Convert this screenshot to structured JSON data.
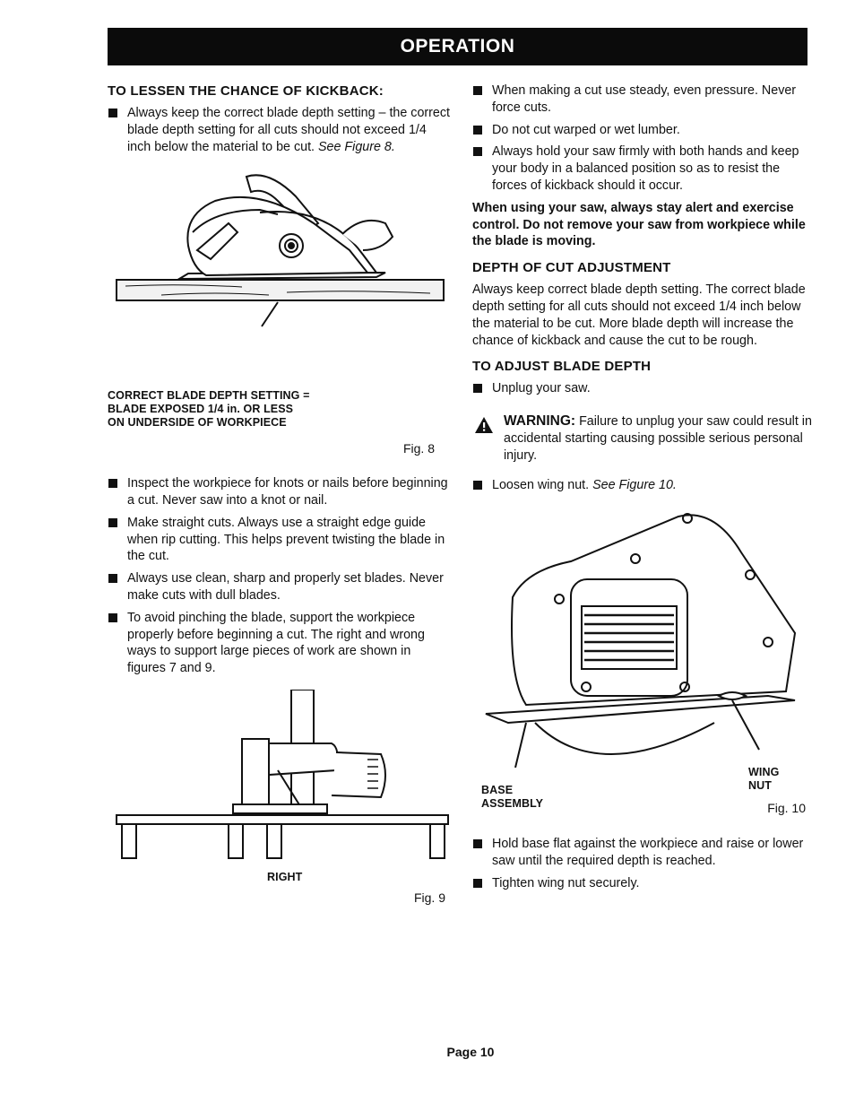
{
  "header": {
    "title": "OPERATION"
  },
  "left": {
    "kickback_heading": "TO LESSEN THE CHANCE OF KICKBACK:",
    "bullet1_text": "Always keep the correct blade depth setting – the correct blade depth setting for all cuts should not exceed 1/4 inch below the material to be cut.",
    "bullet1_ref": "See Figure 8.",
    "fig8_caption_lines": [
      "CORRECT BLADE DEPTH SETTING =",
      "BLADE EXPOSED 1/4 in. OR LESS",
      "ON UNDERSIDE OF WORKPIECE"
    ],
    "fig8_label": "Fig. 8",
    "bullets": [
      "Inspect the workpiece for knots or nails before beginning a cut. Never saw into a knot or nail.",
      "Make straight cuts. Always use a straight edge guide when rip cutting. This helps prevent twisting the blade in the cut.",
      "Always use clean, sharp and properly set blades. Never make cuts with dull blades.",
      "To avoid pinching the blade, support the workpiece properly before beginning a cut. The right and wrong ways to support large pieces of work are shown in figures 7 and 9."
    ],
    "fig9_caption": "RIGHT",
    "fig9_label": "Fig. 9"
  },
  "right": {
    "bullets_top": [
      "When making a cut use steady, even pressure. Never force cuts.",
      "Do not cut warped or wet lumber.",
      "Always hold your saw firmly with both hands and keep your body in a balanced position so as to resist the forces of kickback should it occur."
    ],
    "alert_text": "When using your saw, always stay alert and exercise control. Do not remove your saw from workpiece while the blade is moving.",
    "depth_heading": "DEPTH OF CUT ADJUSTMENT",
    "depth_text": "Always keep correct blade depth setting. The correct blade depth setting for all cuts should not exceed 1/4 inch below the material to be cut. More blade depth will increase the chance of kickback and cause the cut to be rough.",
    "adjust_heading": "TO ADJUST BLADE DEPTH",
    "unplug_text": "Unplug your saw.",
    "warning_word": "WARNING:",
    "warning_text": "Failure to unplug your saw could result in accidental starting causing possible serious personal injury.",
    "loosen_text": "Loosen wing nut.",
    "loosen_ref": "See Figure 10.",
    "fig10_base_lines": [
      "BASE",
      "ASSEMBLY"
    ],
    "fig10_wing_lines": [
      "WING",
      "NUT"
    ],
    "fig10_label": "Fig. 10",
    "hold_text": "Hold base flat against the workpiece and raise or lower saw until the required depth is reached.",
    "tighten_text": "Tighten wing nut securely."
  },
  "footer": {
    "page": "Page 10"
  }
}
